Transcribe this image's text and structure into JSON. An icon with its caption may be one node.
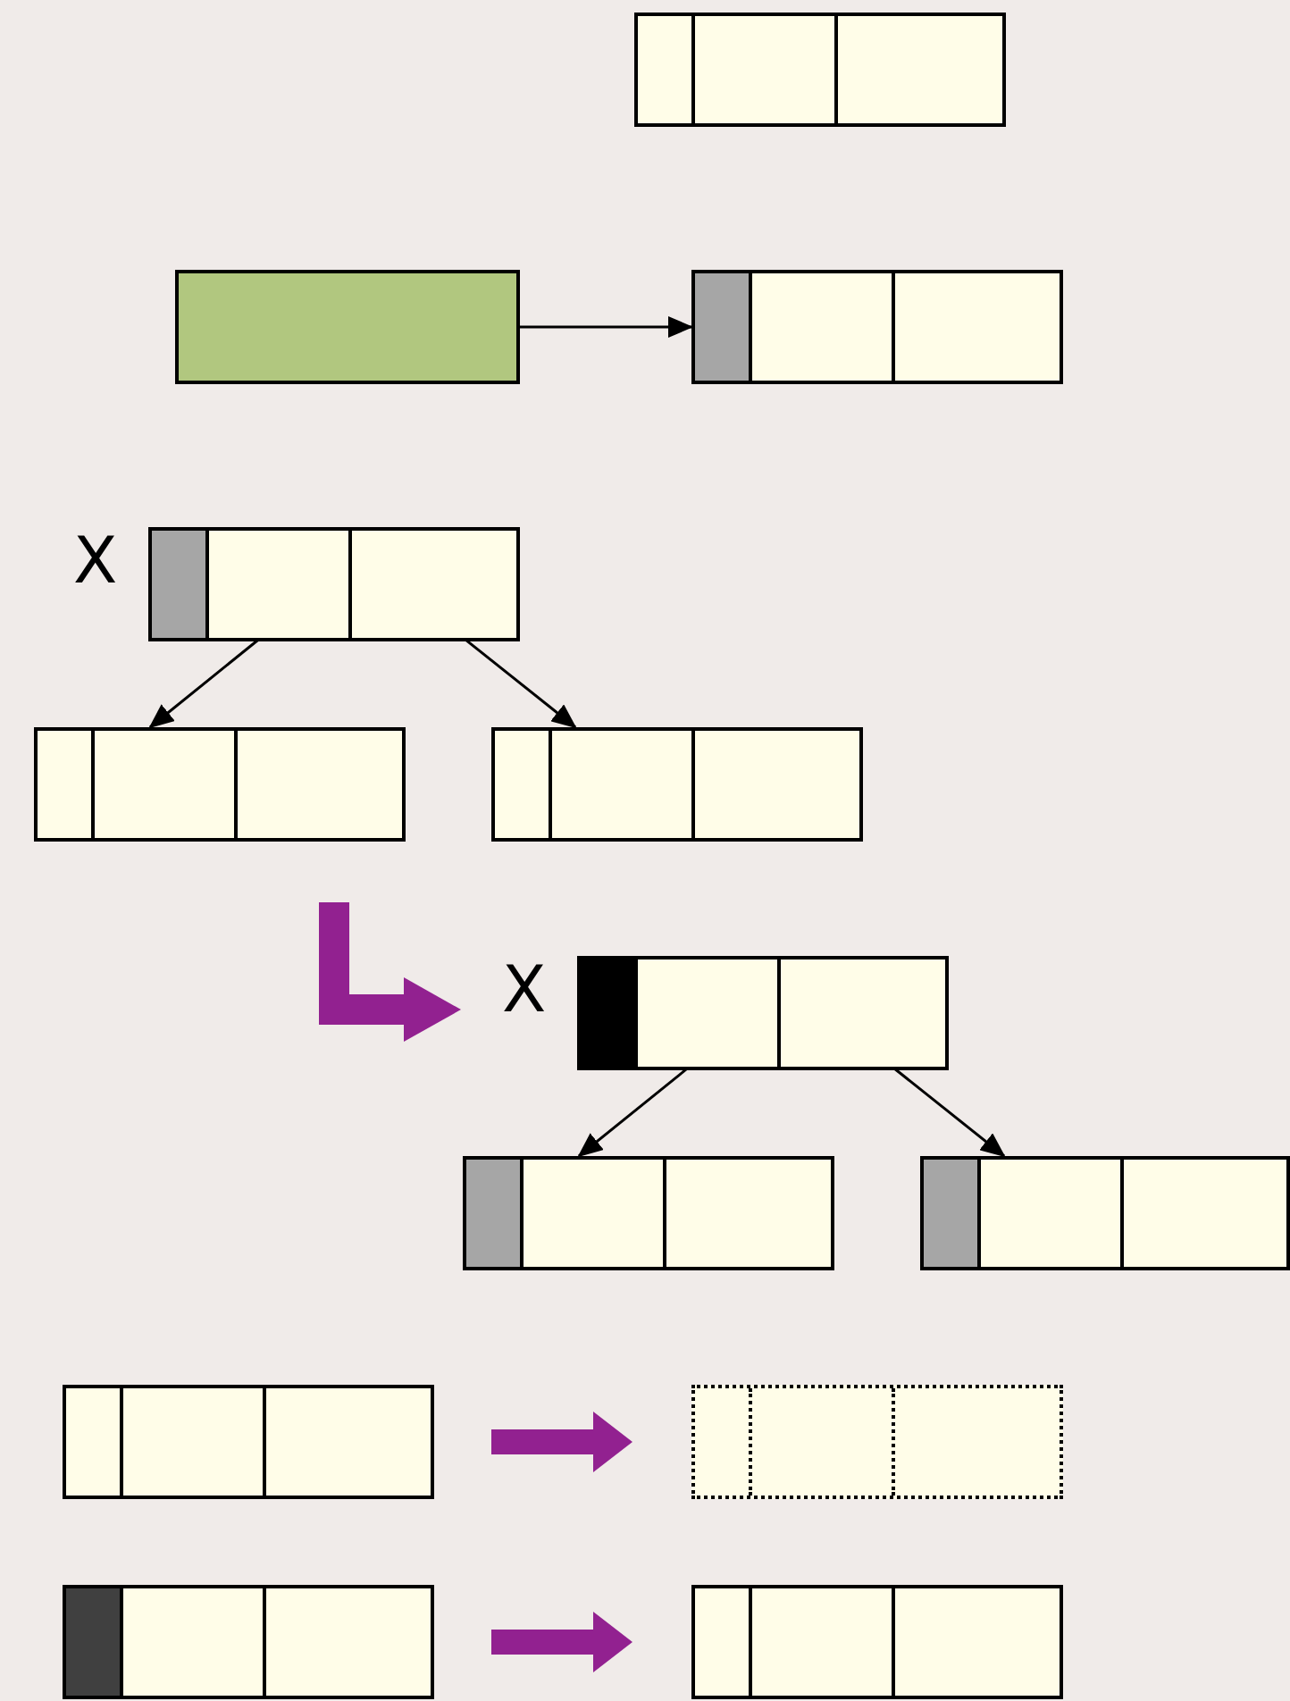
{
  "diagram": {
    "nodes": [
      {
        "text": [],
        "shape": "box"
      },
      {
        "text": [],
        "shape": "box"
      },
      {
        "text": [],
        "shape": "box"
      },
      {
        "text": [],
        "shape": "box",
        "beside": [
          "X"
        ]
      },
      {
        "text": [],
        "shape": "box"
      },
      {
        "text": [],
        "shape": "box"
      },
      {
        "text": [],
        "shape": "box",
        "beside": [
          "X"
        ]
      },
      {
        "text": [],
        "shape": "box"
      },
      {
        "text": [],
        "shape": "box"
      },
      {
        "text": [],
        "shape": "box"
      },
      {
        "text": [],
        "shape": "box"
      },
      {
        "text": [],
        "shape": "box"
      },
      {
        "text": [],
        "shape": "box"
      }
    ],
    "edges": [
      {
        "from": 1,
        "to": 2,
        "arrow": "to"
      },
      {
        "from": 3,
        "to": 4,
        "arrow": "to"
      },
      {
        "from": 3,
        "to": 5,
        "arrow": "to"
      },
      {
        "from": 6,
        "to": 7,
        "arrow": "to"
      },
      {
        "from": 6,
        "to": 8,
        "arrow": "to"
      },
      {
        "from": 9,
        "to": 10,
        "arrow": "to",
        "style": "thick",
        "color": "#922190"
      },
      {
        "from": 11,
        "to": 12,
        "arrow": "to",
        "style": "thick",
        "color": "#922190"
      }
    ]
  }
}
